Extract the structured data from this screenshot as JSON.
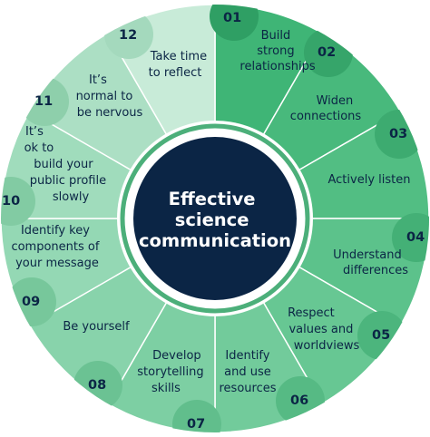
{
  "center": {
    "lines": [
      "Effective",
      "science",
      "communication"
    ]
  },
  "colors": {
    "center_fill": "#0b2545",
    "text": "#0b2545",
    "ring": "#4caf7a",
    "segment_fills": [
      "#3fb576",
      "#48b97c",
      "#52be83",
      "#5cc28b",
      "#67c793",
      "#72cb9b",
      "#7dcfa3",
      "#88d3ab",
      "#94d8b4",
      "#a0dcbc",
      "#acdfc4",
      "#c8ebd8"
    ],
    "number_fills": [
      "#2f9f64",
      "#36a56a",
      "#3dab70",
      "#44b076",
      "#4cb57d",
      "#56ba84",
      "#61be8c",
      "#6bc293",
      "#77c79b",
      "#82cba3",
      "#8ecfab",
      "#a4d9bd"
    ]
  },
  "segments": [
    {
      "number": "01",
      "lines": [
        "Build",
        "strong",
        "relationships"
      ]
    },
    {
      "number": "02",
      "lines": []
    },
    {
      "number": "03",
      "lines": [
        "Widen",
        "connections"
      ]
    },
    {
      "number": "",
      "lines": [
        "Actively listen"
      ]
    },
    {
      "number": "04",
      "lines": [
        "Understand",
        "differences"
      ]
    },
    {
      "number": "05",
      "lines": [
        "Respect",
        "values and",
        "worldviews"
      ]
    },
    {
      "number": "06",
      "lines": [
        "Identify",
        "and use",
        "resources"
      ]
    },
    {
      "number": "07",
      "lines": [
        "Develop",
        "storytelling",
        "skills"
      ]
    },
    {
      "number": "08",
      "lines": [
        "Be yourself"
      ]
    },
    {
      "number": "09",
      "lines": [
        "Identify key",
        "components of",
        "your message"
      ]
    },
    {
      "number": "10",
      "lines": [
        "It’s",
        "ok to",
        "build your",
        "public profile",
        "slowly"
      ]
    },
    {
      "number": "11",
      "lines": [
        "It’s",
        "normal to",
        "be nervous"
      ]
    },
    {
      "number": "12",
      "lines": [
        "Take time",
        "to reflect"
      ]
    }
  ]
}
